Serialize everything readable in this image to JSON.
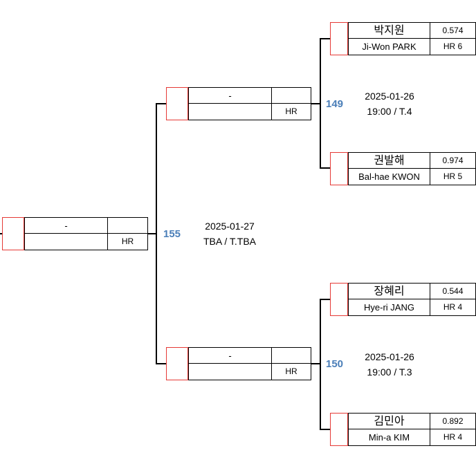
{
  "final": {
    "match_no": "155",
    "date": "2025-01-27",
    "time_table": "TBA / T.TBA",
    "player": "-",
    "hr": "HR"
  },
  "semi_top": {
    "match_no": "149",
    "date": "2025-01-26",
    "time_table": "19:00 / T.4",
    "player": "-",
    "hr": "HR"
  },
  "semi_bottom": {
    "match_no": "150",
    "date": "2025-01-26",
    "time_table": "19:00 / T.3",
    "player": "-",
    "hr": "HR"
  },
  "players": [
    {
      "name_ko": "박지원",
      "name_en": "Ji-Won PARK",
      "score": "0.574",
      "hr": "HR 6"
    },
    {
      "name_ko": "권발해",
      "name_en": "Bal-hae KWON",
      "score": "0.974",
      "hr": "HR 5"
    },
    {
      "name_ko": "장혜리",
      "name_en": "Hye-ri JANG",
      "score": "0.544",
      "hr": "HR 4"
    },
    {
      "name_ko": "김민아",
      "name_en": "Min-a KIM",
      "score": "0.892",
      "hr": "HR 4"
    }
  ]
}
